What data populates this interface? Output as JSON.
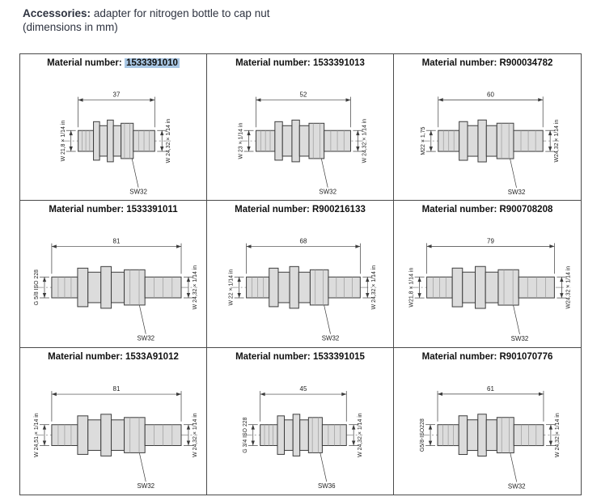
{
  "page": {
    "title_bold": "Accessories:",
    "title_rest": " adapter for nitrogen bottle to cap nut",
    "subtitle": "(dimensions in mm)",
    "highlight_color": "#a9c7e4"
  },
  "cells": [
    {
      "header_label": "Material number:",
      "material_number": "1533391010",
      "highlighted": true,
      "dim_top": "37",
      "dim_left": "W 21,8 × 1/14 in",
      "dim_right": "W 24,32 × 1/14 in",
      "wrench_label": "SW32"
    },
    {
      "header_label": "Material number:",
      "material_number": "1533391013",
      "highlighted": false,
      "dim_top": "52",
      "dim_left": "W 23 × 1/14 in",
      "dim_right": "W 24,32 × 1/14 in",
      "wrench_label": "SW32"
    },
    {
      "header_label": "Material number:",
      "material_number": "R900034782",
      "highlighted": false,
      "dim_top": "60",
      "dim_left": "M22 × 1,75",
      "dim_right": "W24,32 × 1/14 in",
      "wrench_label": "SW32"
    },
    {
      "header_label": "Material number:",
      "material_number": "1533391011",
      "highlighted": false,
      "dim_top": "81",
      "dim_left": "G 5/8 ISO 228",
      "dim_right": "W 24,32 × 1/14 in",
      "wrench_label": "SW32"
    },
    {
      "header_label": "Material number:",
      "material_number": "R900216133",
      "highlighted": false,
      "dim_top": "68",
      "dim_left": "W 22 × 1/14 in",
      "dim_right": "W 24,32 × 1/14 in",
      "wrench_label": "SW32"
    },
    {
      "header_label": "Material number:",
      "material_number": "R900708208",
      "highlighted": false,
      "dim_top": "79",
      "dim_left": "W21,8 × 1/14 in",
      "dim_right": "W24,32 × 1/14 in",
      "wrench_label": "SW32"
    },
    {
      "header_label": "Material number:",
      "material_number": "1533A91012",
      "highlighted": false,
      "dim_top": "81",
      "dim_left": "W 24,51 × 1/14 in",
      "dim_right": "W 24,32 × 1/14 in",
      "wrench_label": "SW32"
    },
    {
      "header_label": "Material number:",
      "material_number": "1533391015",
      "highlighted": false,
      "dim_top": "45",
      "dim_left": "G 3/4 ISO 228",
      "dim_right": "W 24,32 × 1/14 in",
      "wrench_label": "SW36"
    },
    {
      "header_label": "Material number:",
      "material_number": "R901070776",
      "highlighted": false,
      "dim_top": "61",
      "dim_left": "G5/8-ISO228",
      "dim_right": "W 24,32 × 1/14 in",
      "wrench_label": "SW32"
    }
  ]
}
